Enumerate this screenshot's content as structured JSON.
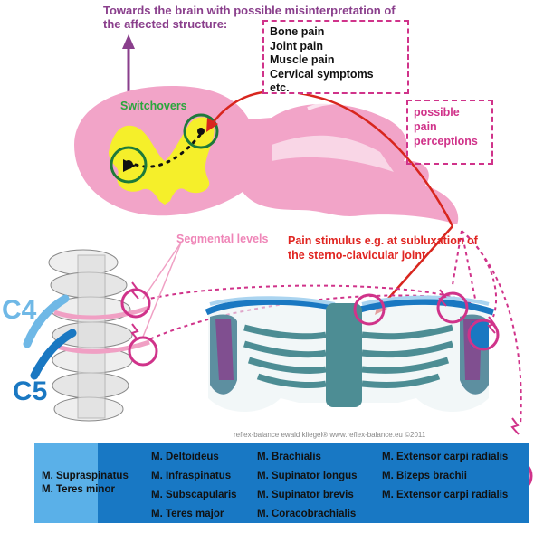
{
  "header": {
    "title": "Towards the brain with possible misinterpretation of the affected  structure:"
  },
  "symptoms": [
    "Bone pain",
    "Joint pain",
    "Muscle pain",
    "Cervical symptoms",
    "etc."
  ],
  "possible_pain": [
    "possible",
    "pain",
    "perceptions"
  ],
  "labels": {
    "switchovers": "Switchovers",
    "segmental_levels": "Segmental levels",
    "pain_stimulus": "Pain stimulus e.g. at subluxation of the sterno-clavicular joint",
    "c4": "C4",
    "c5": "C5",
    "credit": "reflex-balance ewald kliegel® www.reflex-balance.eu ©2011"
  },
  "muscles": {
    "col1": [
      "M. Supraspinatus",
      "M. Teres minor"
    ],
    "col2": [
      "M. Deltoideus",
      "M. Infraspinatus",
      "M. Subscapularis",
      "M. Teres major"
    ],
    "col3": [
      "M. Brachialis",
      "M. Supinator longus",
      "M. Supinator brevis",
      "M. Coracobrachialis"
    ],
    "col4": [
      "M. Extensor carpi radialis",
      "M. Bizeps brachii",
      "M. Extensor carpi radialis"
    ]
  },
  "colors": {
    "spinal_cord": "#f2a4c8",
    "grey_matter": "#f5ef2a",
    "arrow_red": "#d8261e",
    "dash_pink": "#d0338a",
    "vertebra_blue_light": "#6fb8e6",
    "vertebra_blue_dark": "#1a78c2",
    "skeleton_teal": "#4d8d94",
    "muscle_bar": "#1878c4"
  }
}
